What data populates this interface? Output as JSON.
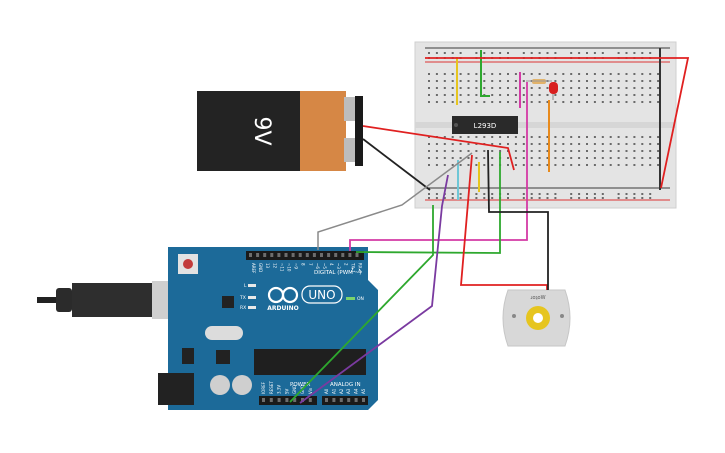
{
  "battery": {
    "label": "9V"
  },
  "breadboard": {
    "chip_label": "L293D"
  },
  "arduino": {
    "brand": "ARDUINO",
    "model": "UNO",
    "digital_label": "DIGITAL (PWM ~)",
    "power_label": "POWER",
    "analog_label": "ANALOG IN",
    "on_label": "ON",
    "tx_label": "TX",
    "rx_label": "RX",
    "l_label": "L",
    "top_pins": [
      "AREF",
      "GND",
      "13",
      "12",
      "~11",
      "~10",
      "~9",
      "8",
      "7",
      "~6",
      "~5",
      "4",
      "~3",
      "2",
      "TX▸1",
      "RX◂0"
    ],
    "power_pins": [
      "IOREF",
      "RESET",
      "3.3V",
      "5V",
      "GND",
      "GND",
      "Vin"
    ],
    "analog_pins": [
      "A0",
      "A1",
      "A2",
      "A3",
      "A4",
      "A5"
    ]
  },
  "motor": {
    "label": "ɹoʇoW"
  },
  "colors": {
    "board_blue": "#1c6a99",
    "breadboard": "#e4e4e4",
    "battery_orange": "#d68745",
    "wire_red": "#e02020",
    "wire_black": "#222222",
    "wire_green": "#2ea82e",
    "wire_magenta": "#d43aa5",
    "wire_purple": "#7a3aa0",
    "wire_grey": "#8a8a8a",
    "wire_yellow": "#e6c51f",
    "wire_orange": "#e88a1c",
    "wire_cyan": "#6fc7d6",
    "led_red": "#d81e1e"
  }
}
